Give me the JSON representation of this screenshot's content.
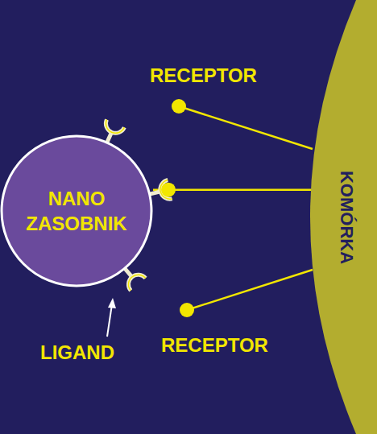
{
  "diagram": {
    "nodes": [
      {
        "text": [
          "NANO ZASOBNIK"
        ]
      },
      {
        "text": [
          "KOMÓRKA"
        ]
      }
    ],
    "edges": [
      {
        "from": 0,
        "to": 1,
        "arrow": "none"
      }
    ],
    "labels": [
      "RECEPTOR",
      "LIGAND",
      "RECEPTOR"
    ]
  }
}
